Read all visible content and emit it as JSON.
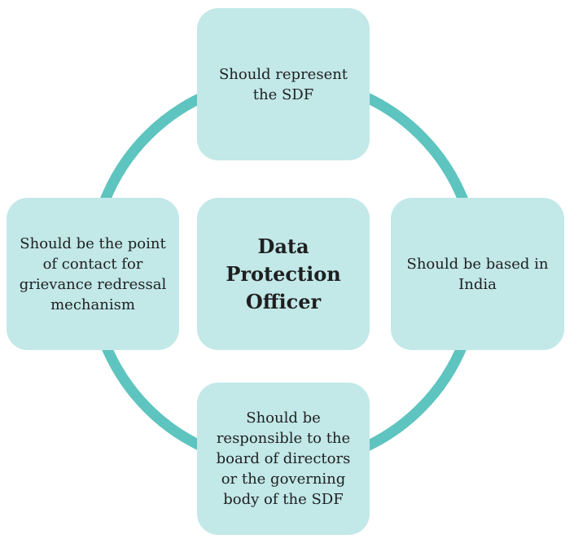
{
  "colors": {
    "ring": "#5ec4bf",
    "box_fill": "#c2e8e8",
    "text": "#1f1f1f"
  },
  "center": {
    "label": "Data Protection Officer"
  },
  "nodes": {
    "top": "Should represent the SDF",
    "right": "Should be based in India",
    "bottom": "Should be responsible to the board of directors or the governing body of the SDF",
    "left": "Should be the point of contact for grievance redressal mechanism"
  }
}
